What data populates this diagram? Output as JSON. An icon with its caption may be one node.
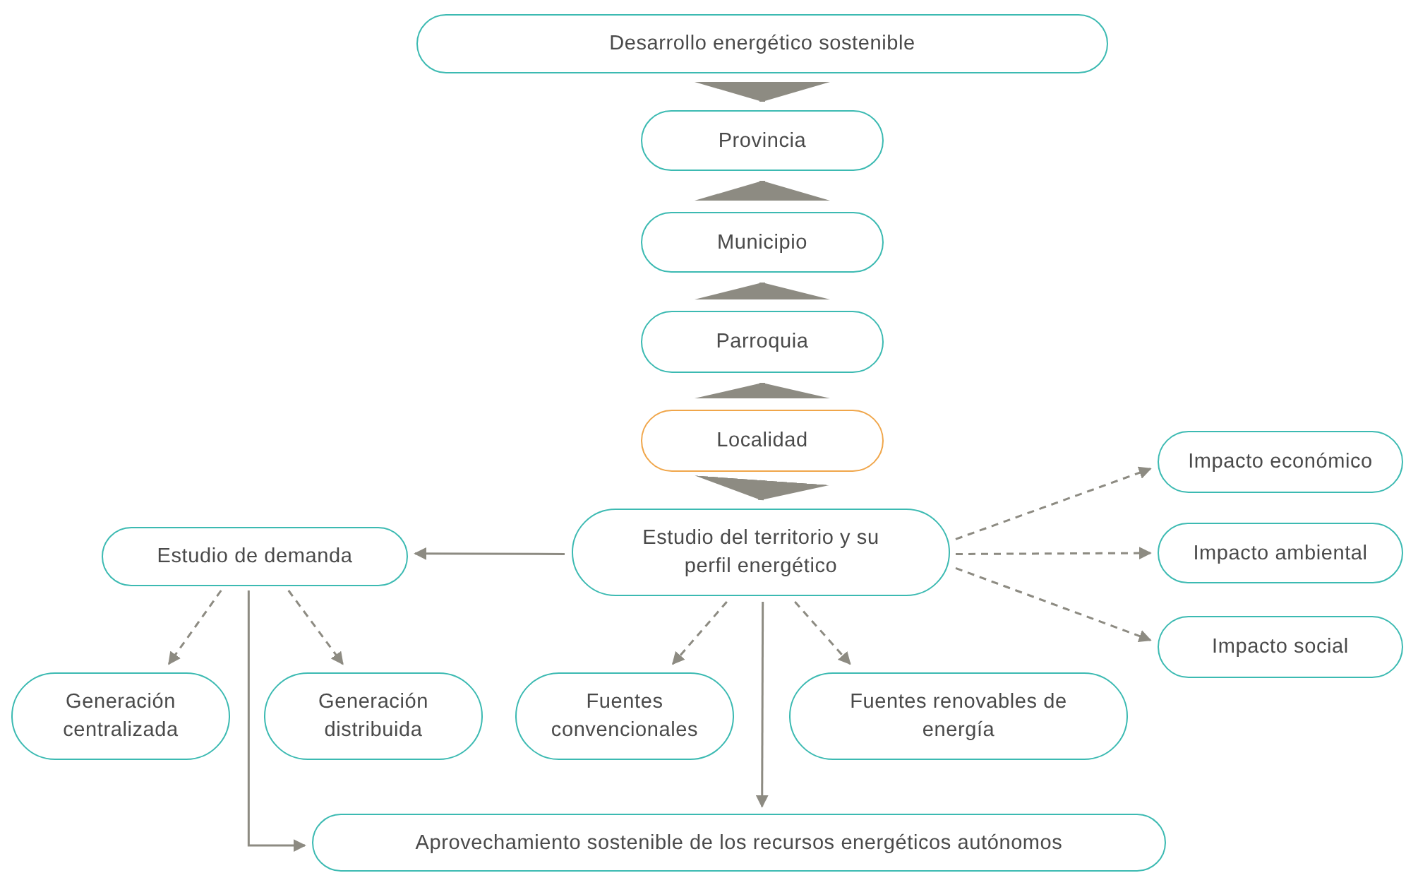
{
  "diagram": {
    "nodes": [
      {
        "text": [
          "Desarrollo energético sostenible"
        ]
      },
      {
        "text": [
          "Provincia"
        ]
      },
      {
        "text": [
          "Municipio"
        ]
      },
      {
        "text": [
          "Parroquia"
        ]
      },
      {
        "text": [
          "Localidad"
        ]
      },
      {
        "text": [
          "Estudio del territorio y su perfil energético"
        ]
      },
      {
        "text": [
          "Estudio de demanda"
        ]
      },
      {
        "text": [
          "Generación centralizada"
        ]
      },
      {
        "text": [
          "Generación distribuida"
        ]
      },
      {
        "text": [
          "Fuentes convencionales"
        ]
      },
      {
        "text": [
          "Fuentes renovables de energía"
        ]
      },
      {
        "text": [
          "Aprovechamiento sostenible de los recursos energéticos autónomos"
        ]
      },
      {
        "text": [
          "Impacto económico"
        ]
      },
      {
        "text": [
          "Impacto ambiental"
        ]
      },
      {
        "text": [
          "Impacto social"
        ]
      }
    ],
    "edges": [
      {
        "from": 0,
        "to": 1,
        "arrow": "to",
        "style": "thick"
      },
      {
        "from": 2,
        "to": 1,
        "arrow": "to",
        "style": "thick"
      },
      {
        "from": 3,
        "to": 2,
        "arrow": "to",
        "style": "thick"
      },
      {
        "from": 4,
        "to": 3,
        "arrow": "to",
        "style": "thick"
      },
      {
        "from": 4,
        "to": 5,
        "arrow": "to",
        "style": "thick"
      },
      {
        "from": 5,
        "to": 6,
        "arrow": "to"
      },
      {
        "from": 6,
        "to": 7,
        "arrow": "to",
        "style": "dashed"
      },
      {
        "from": 6,
        "to": 8,
        "arrow": "to",
        "style": "dashed"
      },
      {
        "from": 6,
        "to": 11,
        "arrow": "to"
      },
      {
        "from": 5,
        "to": 9,
        "arrow": "to",
        "style": "dashed"
      },
      {
        "from": 5,
        "to": 10,
        "arrow": "to",
        "style": "dashed"
      },
      {
        "from": 5,
        "to": 11,
        "arrow": "to"
      },
      {
        "from": 5,
        "to": 12,
        "arrow": "to",
        "style": "dashed"
      },
      {
        "from": 5,
        "to": 13,
        "arrow": "to",
        "style": "dashed"
      },
      {
        "from": 5,
        "to": 14,
        "arrow": "to",
        "style": "dashed"
      }
    ]
  }
}
